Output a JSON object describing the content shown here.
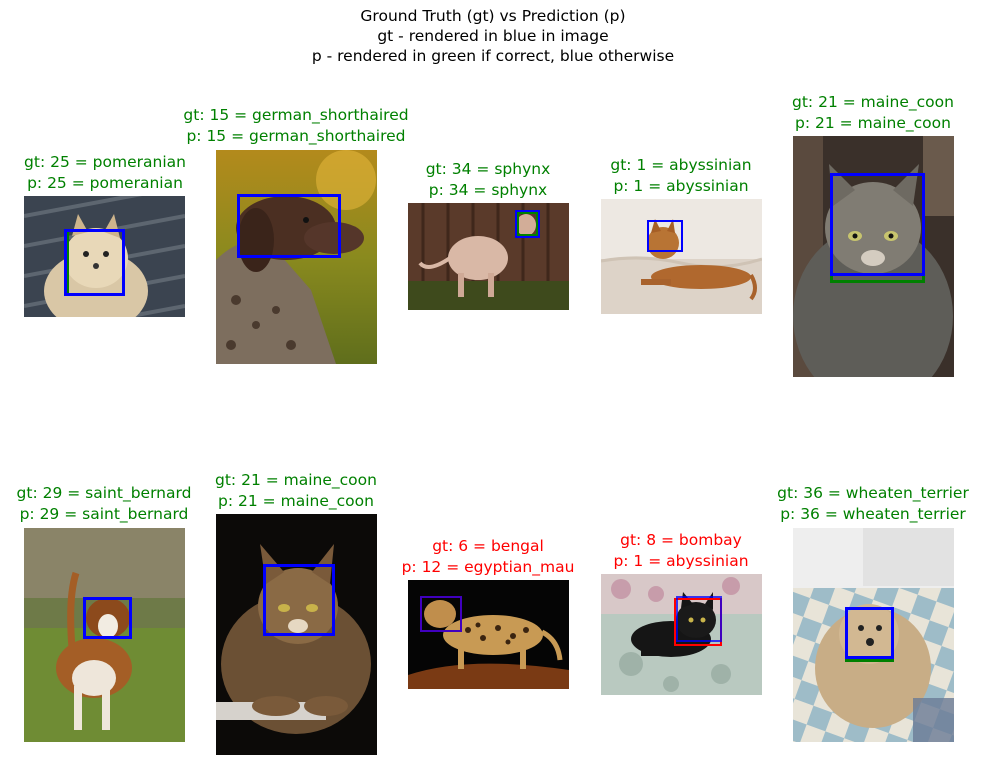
{
  "figure": {
    "title_lines": [
      "Ground Truth (gt) vs Prediction (p)",
      "gt - rendered in blue in image",
      "p - rendered in green if correct, blue otherwise"
    ]
  },
  "colors": {
    "gt_box": "#0000ff",
    "correct": "#008000",
    "incorrect": "#ff0000"
  },
  "panels": [
    {
      "gt": "gt: 25 = pomeranian",
      "p": "p: 25 = pomeranian",
      "correct": true,
      "subject": "dog"
    },
    {
      "gt": "gt: 15 = german_shorthaired",
      "p": "p: 15 = german_shorthaired",
      "correct": true,
      "subject": "dog"
    },
    {
      "gt": "gt: 34 = sphynx",
      "p": "p: 34 = sphynx",
      "correct": true,
      "subject": "cat"
    },
    {
      "gt": "gt: 1 = abyssinian",
      "p": "p: 1 = abyssinian",
      "correct": true,
      "subject": "cat"
    },
    {
      "gt": "gt: 21 = maine_coon",
      "p": "p: 21 = maine_coon",
      "correct": true,
      "subject": "cat"
    },
    {
      "gt": "gt: 29 = saint_bernard",
      "p": "p: 29 = saint_bernard",
      "correct": true,
      "subject": "dog"
    },
    {
      "gt": "gt: 21 = maine_coon",
      "p": "p: 21 = maine_coon",
      "correct": true,
      "subject": "cat"
    },
    {
      "gt": "gt: 6 = bengal",
      "p": "p: 12 = egyptian_mau",
      "correct": false,
      "subject": "cat"
    },
    {
      "gt": "gt: 8 = bombay",
      "p": "p: 1 = abyssinian",
      "correct": false,
      "subject": "cat"
    },
    {
      "gt": "gt: 36 = wheaten_terrier",
      "p": "p: 36 = wheaten_terrier",
      "correct": true,
      "subject": "dog"
    }
  ]
}
